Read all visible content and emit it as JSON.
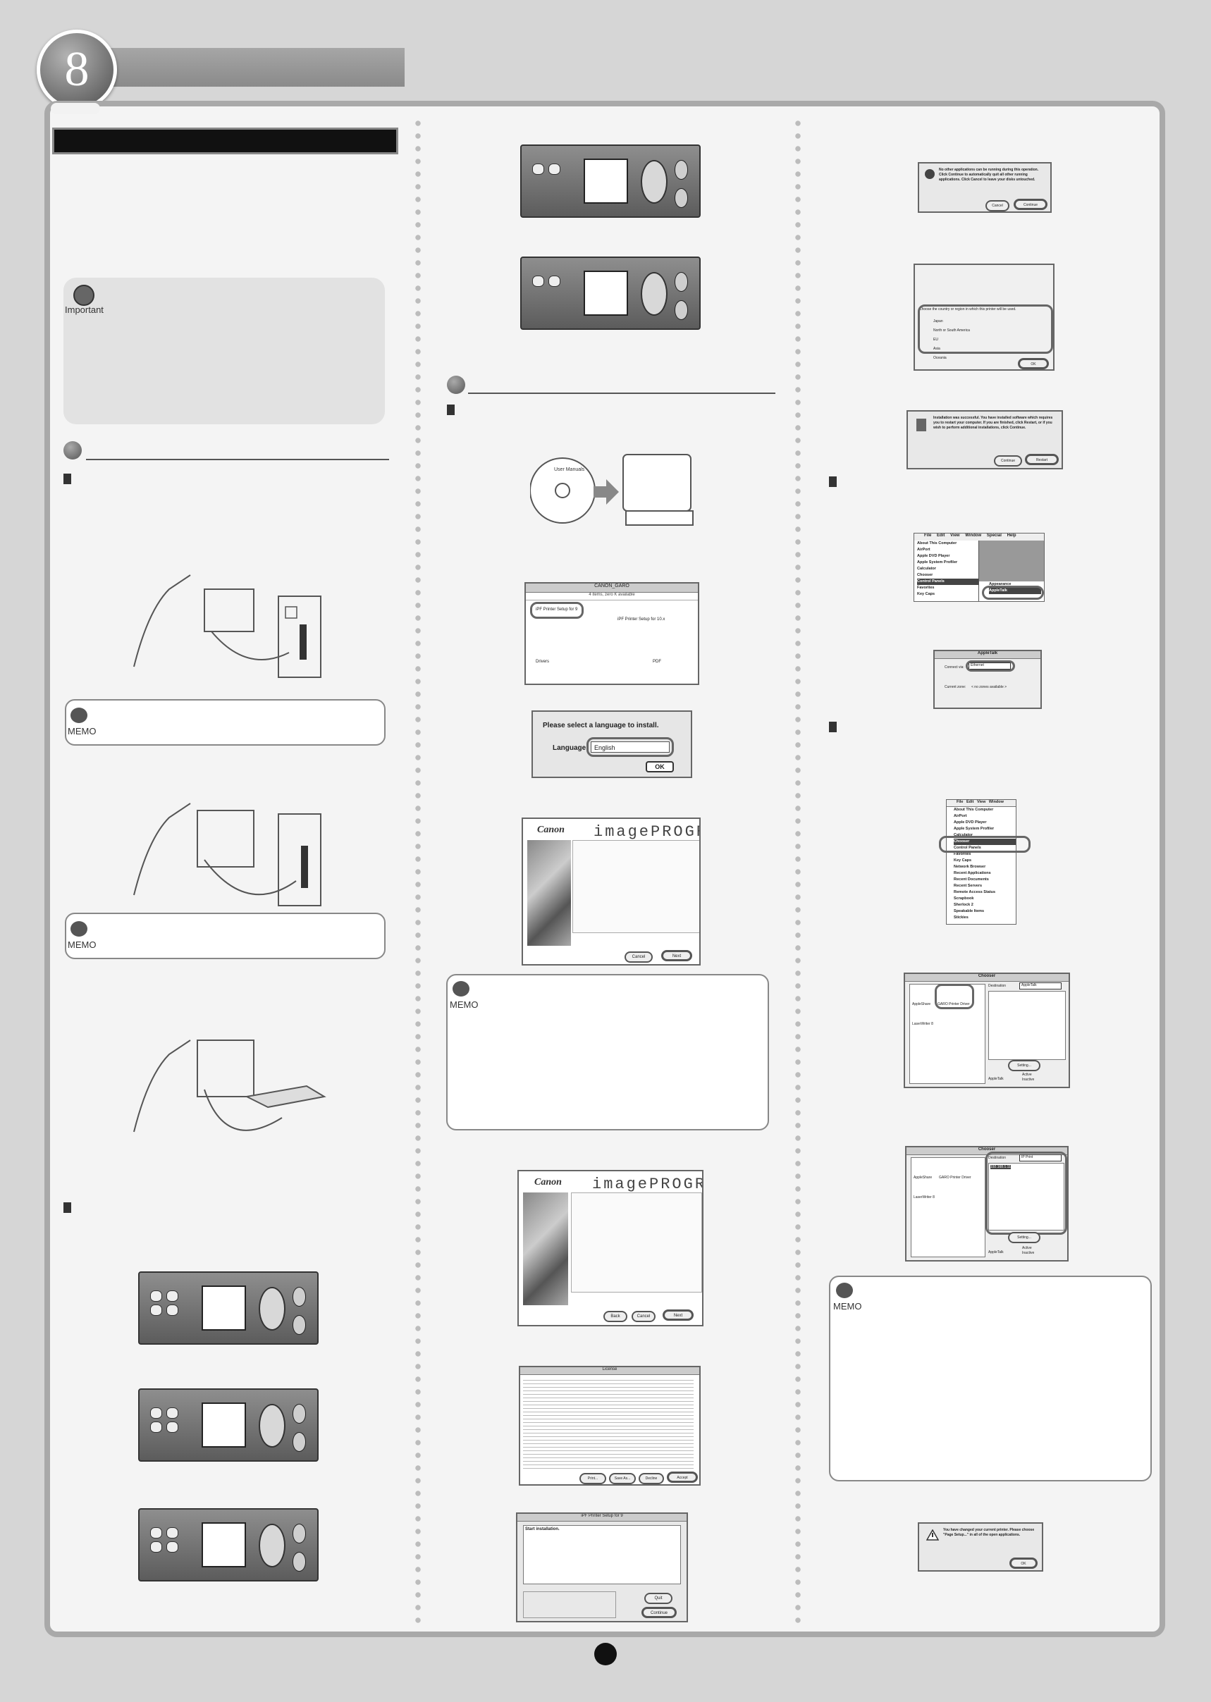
{
  "page": {
    "chapter_number": "8"
  },
  "labels": {
    "important": "Important",
    "memo": "MEMO"
  },
  "screens": {
    "dialog_lang": {
      "prompt": "Please select a language to install.",
      "field_label": "Language:",
      "selected": "English",
      "ok": "OK"
    },
    "installer": {
      "brand": "Canon",
      "product": "imagePROGRAF"
    },
    "window_title": "CANON_GARO",
    "window_status": "4 items, zero K available",
    "folder_setup9": "iPF Printer Setup for 9",
    "folder_setupx": "iPF Printer Setup for 10.x",
    "folder_drivers": "Drivers",
    "folder_pdf": "PDF",
    "setup_dialog_title": "iPF Printer Setup for 9",
    "setup_start": "Start installation.",
    "setup_quit": "Quit",
    "setup_continue": "Continue",
    "license_title": "License",
    "license_accept": "Accept",
    "license_print": "Print...",
    "license_save": "Save As...",
    "license_decline": "Decline",
    "btn_back": "Back",
    "btn_cancel": "Cancel",
    "btn_next": "Next",
    "btn_continue": "Continue",
    "btn_ok": "OK",
    "btn_restart": "Restart",
    "chooser_title": "Chooser",
    "chooser_dest_label": "Destination",
    "chooser_dest_at": "AppleTalk",
    "chooser_dest_ip": "IP Print",
    "chooser_ip": "192.168.1.11",
    "chooser_setting": "Setting...",
    "chooser_at": "AppleTalk",
    "chooser_active": "Active",
    "chooser_inactive": "Inactive",
    "chooser_icon_writer": "LaserWriter 8",
    "chooser_icon_share": "AppleShare",
    "chooser_icon_printer": "GARO Printer Driver",
    "appletalk_title": "AppleTalk",
    "appletalk_connect": "Connect via:",
    "appletalk_option": "Ethernet",
    "appletalk_current": "Current zone:",
    "appletalk_zone": "< no zones available >",
    "menu_bar": [
      "File",
      "Edit",
      "View",
      "Window",
      "Special",
      "Help"
    ],
    "menu_apple_1": [
      "About This Computer",
      "AirPort",
      "Apple DVD Player",
      "Apple System Profiler",
      "Calculator",
      "Chooser",
      "Control Panels",
      "Favorites",
      "Key Caps"
    ],
    "submenu_control": [
      "Appearance",
      "AppleTalk"
    ],
    "menu_apple_2": [
      "About This Computer",
      "AirPort",
      "Apple DVD Player",
      "Apple System Profiler",
      "Calculator",
      "Chooser",
      "Control Panels",
      "Favorites",
      "Key Caps",
      "Network Browser",
      "Recent Applications",
      "Recent Documents",
      "Recent Servers",
      "Remote Access Status",
      "Scrapbook",
      "Sherlock 2",
      "Speakable Items",
      "Stickies"
    ],
    "alert_quit": "No other applications can be running during this operation. Click Continue to automatically quit all other running applications. Click Cancel to leave your disks untouched.",
    "alert_restart": "Installation was successful. You have installed software which requires you to restart your computer. If you are finished, click Restart, or if you wish to perform additional installations, click Continue.",
    "alert_changed": "You have changed your current printer. Please choose \"Page Setup...\" in all of the open applications.",
    "region_text": "Choose the country or region in which this printer will be used.",
    "regions": [
      "Japan",
      "North or South America",
      "EU",
      "Asia",
      "Oceania"
    ],
    "cd_label": "User Manuals"
  }
}
